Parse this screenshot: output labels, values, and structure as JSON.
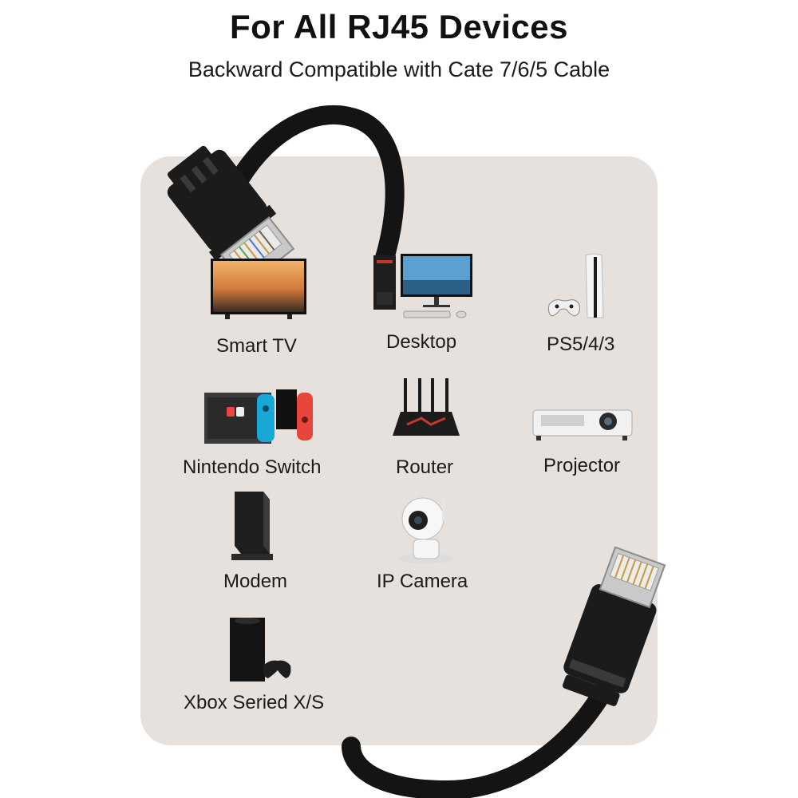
{
  "header": {
    "title": "For All RJ45 Devices",
    "subtitle": "Backward Compatible with Cate 7/6/5 Cable"
  },
  "devices": [
    {
      "label": "Smart TV",
      "icon": "smart-tv-icon"
    },
    {
      "label": "Desktop",
      "icon": "desktop-computer-icon"
    },
    {
      "label": "PS5/4/3",
      "icon": "game-console-icon"
    },
    {
      "label": "Nintendo Switch",
      "icon": "nintendo-switch-icon"
    },
    {
      "label": "Router",
      "icon": "router-icon"
    },
    {
      "label": "Projector",
      "icon": "projector-icon"
    },
    {
      "label": "Modem",
      "icon": "modem-icon"
    },
    {
      "label": "IP Camera",
      "icon": "ip-camera-icon"
    },
    {
      "label": "Xbox Seried X/S",
      "icon": "xbox-console-icon"
    }
  ],
  "colors": {
    "panel": "#e6e1dc",
    "cable": "#141414",
    "text": "#111111"
  }
}
